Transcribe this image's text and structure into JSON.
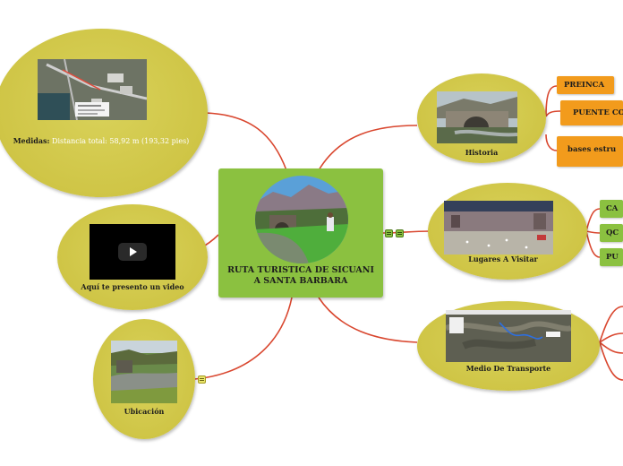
{
  "central": {
    "title": "RUTA TURISTICA DE SICUANI A SANTA BARBARA"
  },
  "medidas": {
    "label_bold": "Medidas:",
    "label_text": " Distancia total: 58,92 m (193,32 pies)"
  },
  "video": {
    "label": "Aquí te presento un video"
  },
  "ubicacion": {
    "label": "Ubicación"
  },
  "historia": {
    "label": "Historia",
    "children": [
      "PREINCA",
      "PUENTE CO",
      "bases estru"
    ]
  },
  "lugares": {
    "label": "Lugares A Visitar",
    "children": [
      "CA",
      "QC",
      "PU"
    ]
  },
  "transporte": {
    "label": "Medio De Transporte"
  },
  "colors": {
    "link": "#d9472f",
    "central": "#8bc140",
    "topic": "#cfc546",
    "orange": "#f29b1c"
  }
}
